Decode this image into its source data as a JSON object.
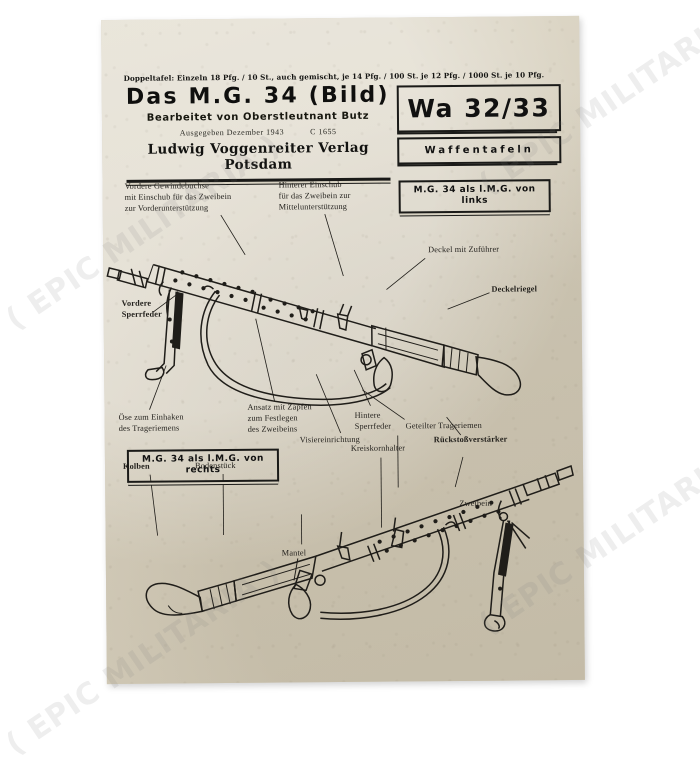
{
  "document": {
    "price_line": "Doppeltafel: Einzeln 18 Pfg. / 10 St., auch gemischt, je 14 Pfg. / 100 St. je 12 Pfg. / 1000 St. je 10 Pfg.",
    "title": "Das M.G. 34 (Bild)",
    "subtitle": "Bearbeitet von Oberstleutnant Butz",
    "issue_date": "Ausgegeben Dezember 1943",
    "issue_code": "C 1655",
    "publisher": "Ludwig Voggenreiter Verlag Potsdam",
    "series_code": "Wa 32/33",
    "series_name": "Waffentafeln"
  },
  "views": {
    "top_view_label": "M.G. 34 als l.M.G.\nvon links",
    "bottom_view_label": "M.G. 34 als l.M.G.\nvon rechts"
  },
  "labels_top": {
    "front_thread_bush": "Vordere Gewindebuchse\nmit Einschub für das Zweibein\nzur Vorderunterstützung",
    "rear_insert": "Hinterer Einschub\nfür das Zweibein zur\nMittelunterstützung",
    "feed_cover": "Deckel mit Zuführer",
    "cover_latch": "Deckelriegel",
    "front_locking_spring": "Vordere\nSperrfeder",
    "sling_eye": "Öse zum Einhaken\ndes Trageriemens",
    "lug_with_pin": "Ansatz mit Zapfen\nzum Festlegen\ndes Zweibeins",
    "rear_locking_spring": "Hintere\nSperrfeder",
    "sight": "Visiereinrichtung",
    "split_sling": "Geteilter Trageriemen",
    "recoil_booster": "Rückstoßverstärker"
  },
  "labels_bottom": {
    "butt": "Kolben",
    "receiver_end": "Bodenstück",
    "ring_sight_holder": "Kreiskornhalter",
    "jacket": "Mantel",
    "bipod": "Zweibein"
  },
  "watermark": {
    "text": "( EPIC MILITARIA )"
  },
  "colors": {
    "paper": "#d8d2c2",
    "ink": "#1a1a18",
    "background": "#ffffff"
  }
}
